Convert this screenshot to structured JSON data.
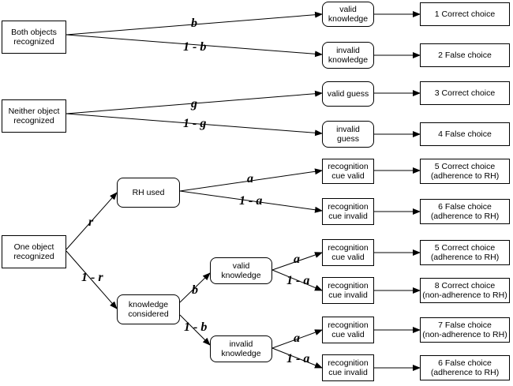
{
  "nodes": {
    "both": "Both objects\nrecognized",
    "neither": "Neither object\nrecognized",
    "one": "One object\nrecognized",
    "rh_used": "RH used",
    "knowledge_considered": "knowledge\nconsidered",
    "valid_knowledge_top": "valid\nknowledge",
    "invalid_knowledge_top": "invalid\nknowledge",
    "valid_guess": "valid guess",
    "invalid_guess": "invalid\nguess",
    "rc_valid_1": "recognition\ncue valid",
    "rc_invalid_1": "recognition\ncue invalid",
    "valid_knowledge_low": "valid\nknowledge",
    "invalid_knowledge_low": "invalid\nknowledge",
    "rc_valid_2": "recognition\ncue valid",
    "rc_invalid_2": "recognition\ncue invalid",
    "rc_valid_3": "recognition\ncue valid",
    "rc_invalid_3": "recognition\ncue invalid"
  },
  "outcomes": {
    "o1": "1 Correct choice",
    "o2": "2 False choice",
    "o3": "3 Correct choice",
    "o4": "4 False choice",
    "o5a": "5 Correct choice\n(adherence to RH)",
    "o6a": "6 False choice\n(adherence to RH)",
    "o5b": "5 Correct choice\n(adherence to RH)",
    "o8": "8 Correct choice\n(non-adherence to RH)",
    "o7": "7 False choice\n(non-adherence to RH)",
    "o6b": "6 False choice\n(adherence to RH)"
  },
  "probabilities": {
    "b": "b",
    "one_minus_b": "1 - b",
    "g": "g",
    "one_minus_g": "1 - g",
    "r": "r",
    "one_minus_r": "1 - r",
    "a": "a",
    "one_minus_a": "1 - a"
  }
}
